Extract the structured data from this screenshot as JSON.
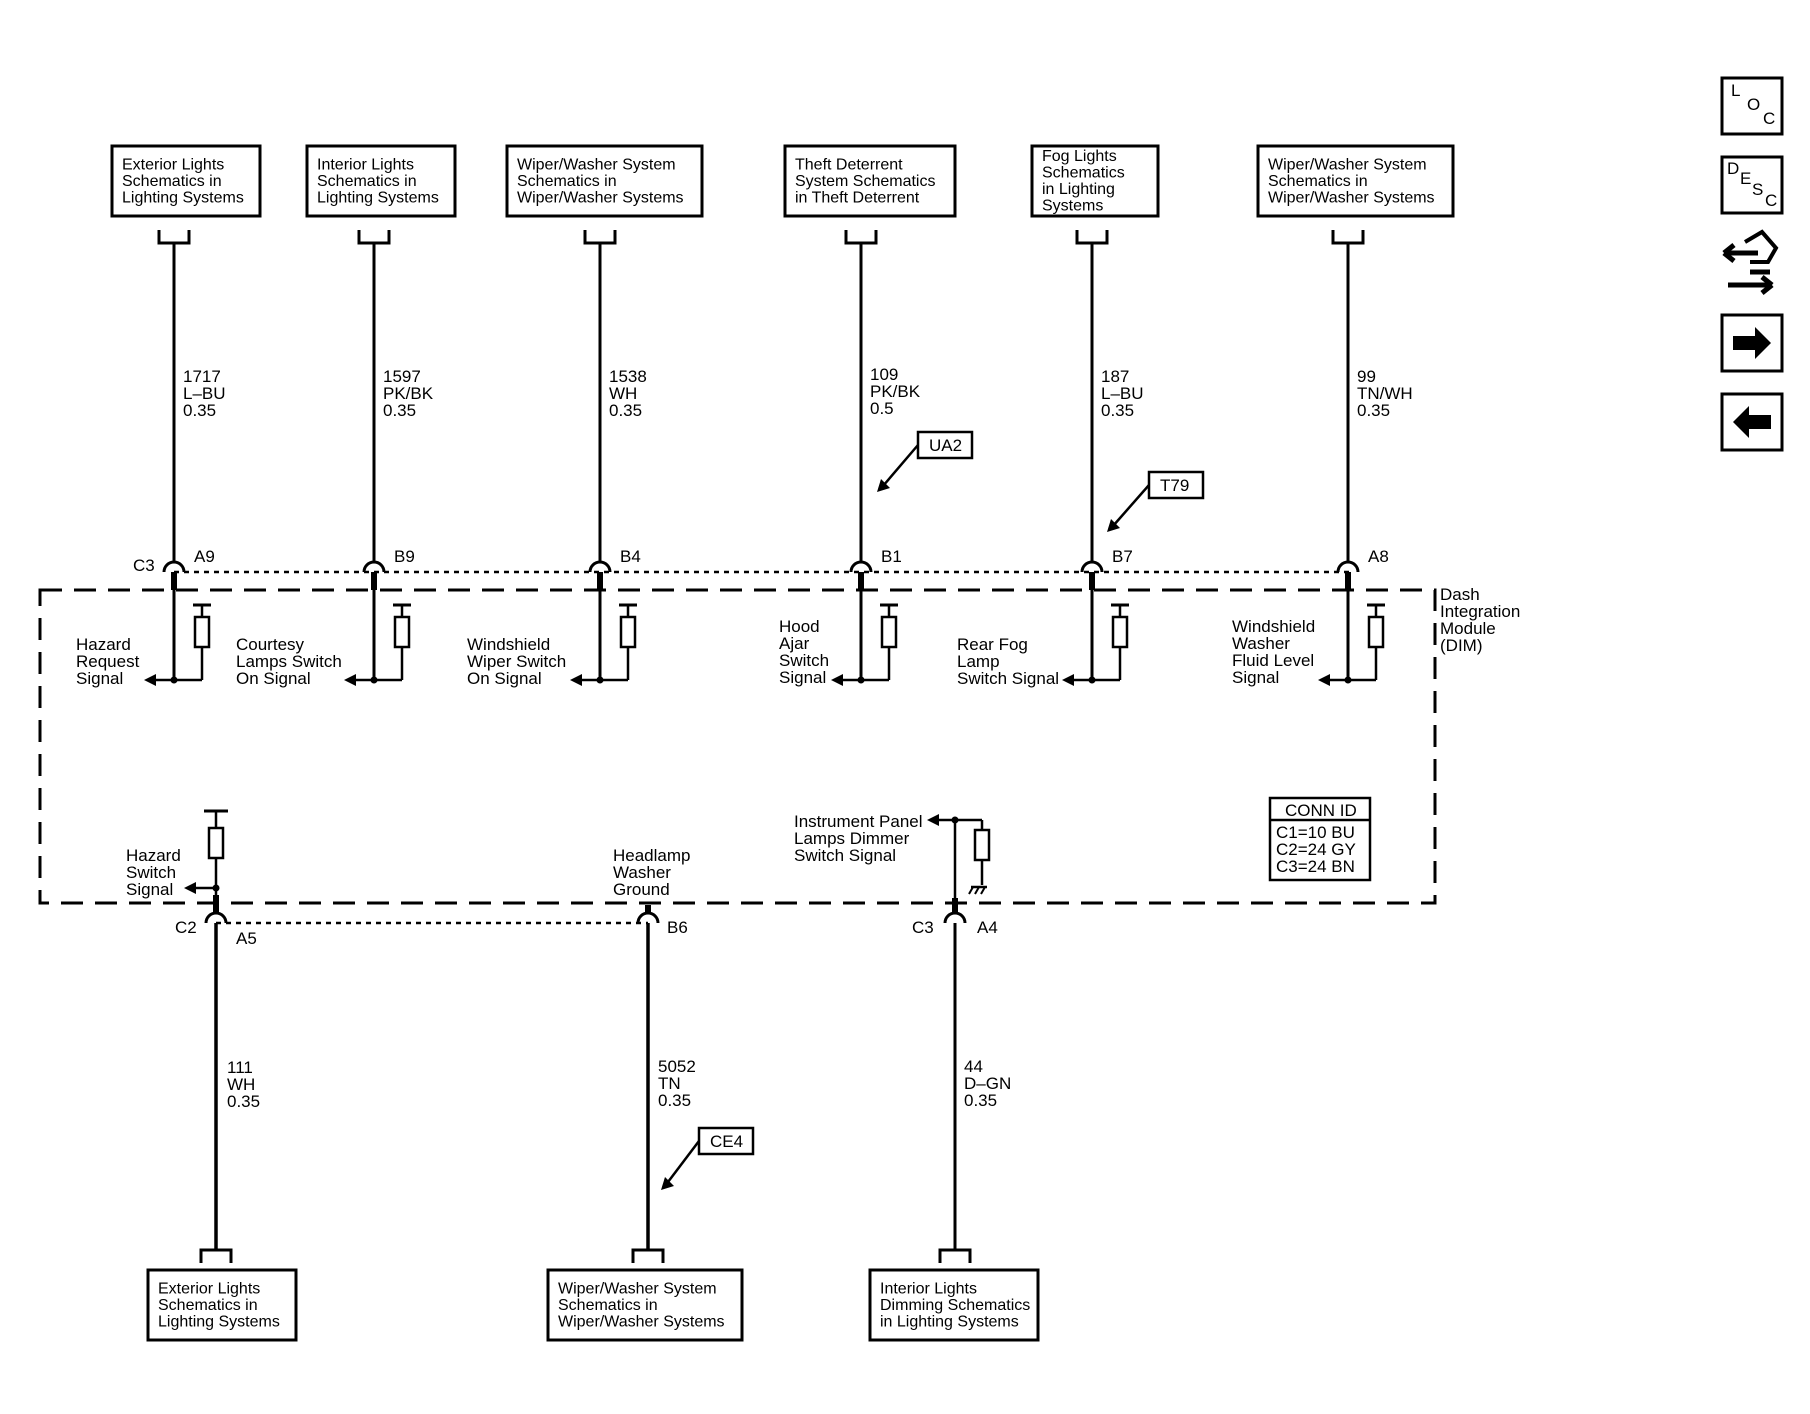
{
  "top_boxes": [
    {
      "lines": [
        "Exterior Lights",
        "Schematics in",
        "Lighting Systems"
      ]
    },
    {
      "lines": [
        "Interior Lights",
        "Schematics in",
        "Lighting Systems"
      ]
    },
    {
      "lines": [
        "Wiper/Washer System",
        "Schematics in",
        "Wiper/Washer Systems"
      ]
    },
    {
      "lines": [
        "Theft Deterrent",
        "System Schematics",
        "in Theft Deterrent"
      ]
    },
    {
      "lines": [
        "Fog Lights",
        "Schematics",
        "in Lighting",
        "Systems"
      ]
    },
    {
      "lines": [
        "Wiper/Washer System",
        "Schematics in",
        "Wiper/Washer Systems"
      ]
    }
  ],
  "top_wires": [
    {
      "circuit": "1717",
      "color": "L–BU",
      "gauge": "0.35",
      "connector": "C3",
      "pin": "A9",
      "signal": [
        "Hazard",
        "Request",
        "Signal"
      ]
    },
    {
      "circuit": "1597",
      "color": "PK/BK",
      "gauge": "0.35",
      "connector": "",
      "pin": "B9",
      "signal": [
        "Courtesy",
        "Lamps Switch",
        "On Signal"
      ]
    },
    {
      "circuit": "1538",
      "color": "WH",
      "gauge": "0.35",
      "connector": "",
      "pin": "B4",
      "signal": [
        "Windshield",
        "Wiper Switch",
        "On Signal"
      ]
    },
    {
      "circuit": "109",
      "color": "PK/BK",
      "gauge": "0.5",
      "connector": "",
      "pin": "B1",
      "signal": [
        "Hood",
        "Ajar",
        "Switch",
        "Signal"
      ]
    },
    {
      "circuit": "187",
      "color": "L–BU",
      "gauge": "0.35",
      "connector": "",
      "pin": "B7",
      "signal": [
        "Rear Fog",
        "Lamp",
        "Switch Signal"
      ]
    },
    {
      "circuit": "99",
      "color": "TN/WH",
      "gauge": "0.35",
      "connector": "",
      "pin": "A8",
      "signal": [
        "Windshield",
        "Washer",
        "Fluid Level",
        "Signal"
      ]
    }
  ],
  "callouts": [
    {
      "label": "UA2"
    },
    {
      "label": "T79"
    },
    {
      "label": "CE4"
    }
  ],
  "module": {
    "name": [
      "Dash",
      "Integration",
      "Module",
      "(DIM)"
    ]
  },
  "conn_id": {
    "title": "CONN ID",
    "rows": [
      "C1=10 BU",
      "C2=24 GY",
      "C3=24 BN"
    ]
  },
  "bottom_wires": [
    {
      "circuit": "111",
      "color": "WH",
      "gauge": "0.35",
      "connector": "C2",
      "pin": "A5",
      "signal": [
        "Hazard",
        "Switch",
        "Signal"
      ]
    },
    {
      "circuit": "5052",
      "color": "TN",
      "gauge": "0.35",
      "connector": "",
      "pin": "B6",
      "signal": [
        "Headlamp",
        "Washer",
        "Ground"
      ]
    },
    {
      "circuit": "44",
      "color": "D–GN",
      "gauge": "0.35",
      "connector": "C3",
      "pin": "A4",
      "signal": [
        "Instrument Panel",
        "Lamps Dimmer",
        "Switch Signal"
      ]
    }
  ],
  "bottom_boxes": [
    {
      "lines": [
        "Exterior Lights",
        "Schematics in",
        "Lighting Systems"
      ]
    },
    {
      "lines": [
        "Wiper/Washer System",
        "Schematics in",
        "Wiper/Washer Systems"
      ]
    },
    {
      "lines": [
        "Interior Lights",
        "Dimming Schematics",
        "in Lighting Systems"
      ]
    }
  ],
  "nav_buttons": [
    {
      "top": "L",
      "mid": "O",
      "bot": "C",
      "icon": "loc-icon"
    },
    {
      "top": "D",
      "mid": "E",
      "low": "S",
      "bot": "C",
      "icon": "desc-icon"
    },
    {
      "icon": "connector-repair-icon"
    },
    {
      "icon": "arrow-right-icon"
    },
    {
      "icon": "arrow-left-icon"
    }
  ]
}
